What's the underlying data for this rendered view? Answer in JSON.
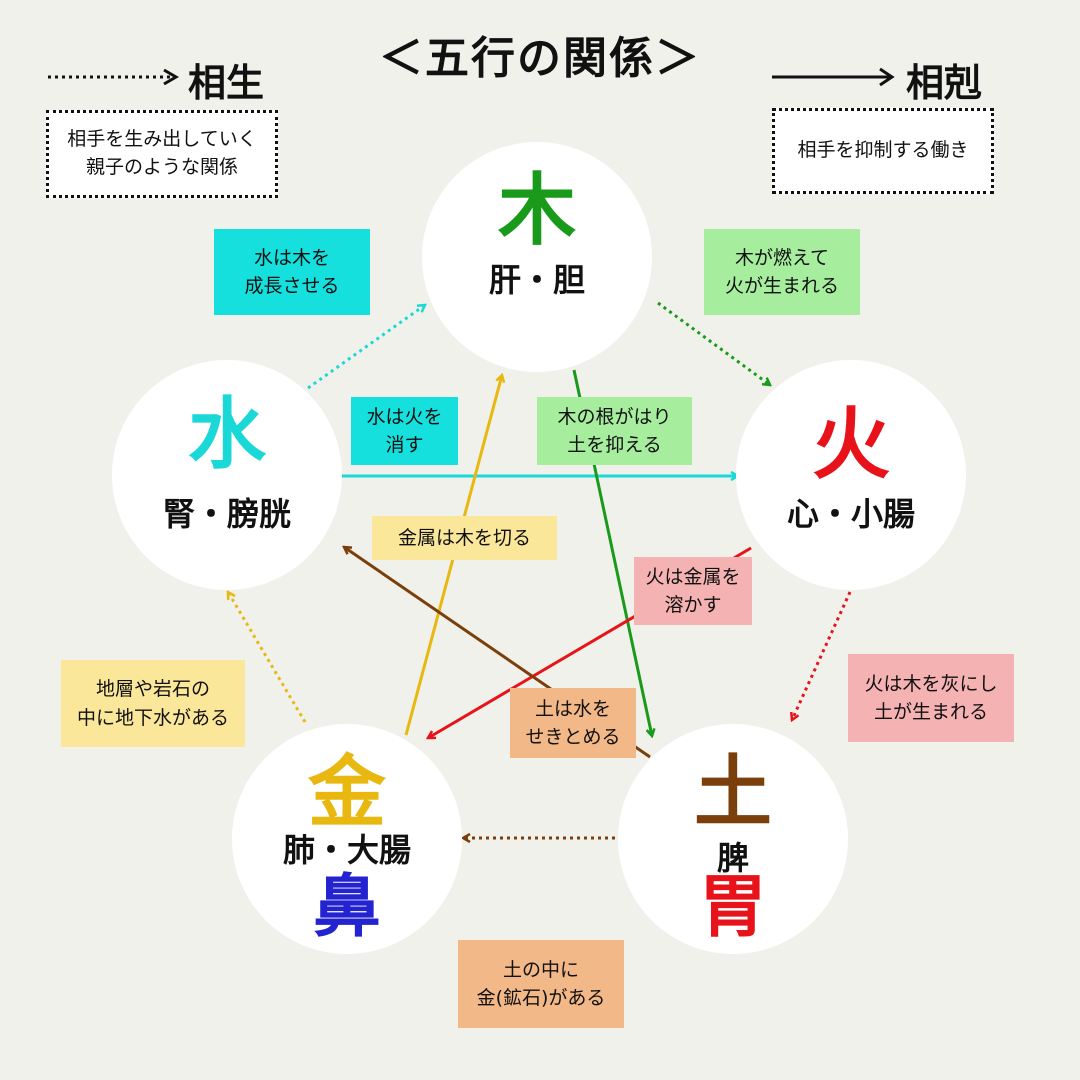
{
  "title": "＜五行の関係＞",
  "legend": {
    "generating": {
      "label": "相生",
      "description": "相手を生み出していく\n親子のような関係"
    },
    "controlling": {
      "label": "相剋",
      "description": "相手を抑制する働き"
    }
  },
  "elements": {
    "wood": {
      "char": "木",
      "organ": "肝・胆",
      "color": "#1a9a1a"
    },
    "fire": {
      "char": "火",
      "organ": "心・小腸",
      "color": "#e8131a"
    },
    "earth": {
      "char": "土",
      "organ": "脾",
      "extra": "胃",
      "color": "#7a3f0b",
      "extra_color": "#e8131a"
    },
    "metal": {
      "char": "金",
      "organ": "肺・大腸",
      "extra": "鼻",
      "color": "#e8b810",
      "extra_color": "#2323d0"
    },
    "water": {
      "char": "水",
      "organ": "腎・膀胱",
      "color": "#1ad8d8"
    }
  },
  "notes": {
    "water_wood": "水は木を\n成長させる",
    "wood_fire": "木が燃えて\n火が生まれる",
    "water_fire": "水は火を\n消す",
    "wood_earth": "木の根がはり\n土を抑える",
    "metal_wood": "金属は木を切る",
    "fire_metal": "火は金属を\n溶かす",
    "fire_earth": "火は木を灰にし\n土が生まれる",
    "metal_water": "地層や岩石の\n中に地下水がある",
    "earth_water": "土は水を\nせきとめる",
    "earth_metal": "土の中に\n金(鉱石)がある"
  },
  "colors": {
    "background": "#f1f1eb",
    "wood": "#1a9a1a",
    "fire": "#e8131a",
    "earth": "#7a3f0b",
    "metal": "#e8b810",
    "water": "#1ad8d8",
    "note_cyan": "#16e0de",
    "note_green": "#a6ee9e",
    "note_pink": "#f5b2b2",
    "note_yellow": "#fbe79a",
    "note_orange": "#f2b887"
  }
}
